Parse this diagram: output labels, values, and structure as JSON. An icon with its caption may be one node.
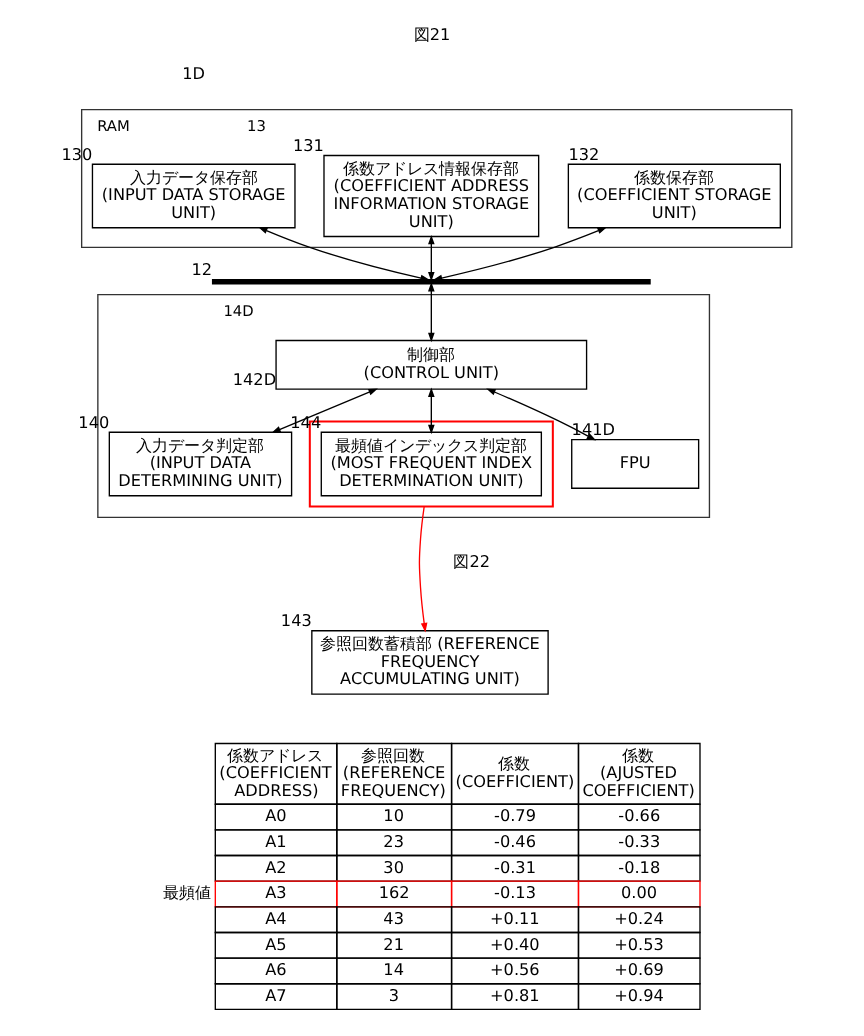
{
  "diagram": {
    "title": "図21",
    "nodes": [
      {
        "text": [
          "RAM"
        ],
        "beside": [
          "13"
        ]
      },
      {
        "text": [
          "入力データ保存部",
          "(INPUT DATA STORAGE UNIT)"
        ],
        "in": 0,
        "beside": [
          "130"
        ]
      },
      {
        "text": [
          "係数アドレス情報保存部",
          "(COEFFICIENT ADDRESS INFORMATION STORAGE UNIT)"
        ],
        "in": 0,
        "beside": [
          "131"
        ]
      },
      {
        "text": [
          "係数保存部",
          "(COEFFICIENT STORAGE UNIT)"
        ],
        "in": 0,
        "beside": [
          "132"
        ]
      },
      {
        "text": [],
        "shape": "bar",
        "beside": [
          "12"
        ]
      },
      {
        "text": [],
        "shape": "box",
        "beside": [
          "14D"
        ]
      },
      {
        "text": [
          "制御部",
          "(CONTROL UNIT)"
        ],
        "in": 5,
        "beside": [
          "142D"
        ]
      },
      {
        "text": [
          "入力データ判定部",
          "(INPUT DATA DETERMINING UNIT)"
        ],
        "in": 5,
        "beside": [
          "140"
        ]
      },
      {
        "text": [],
        "shape": "box",
        "in": 5
      },
      {
        "text": [
          "最頻値インデックス判定部",
          "(MOST FREQUENT INDEX DETERMINATION UNIT)"
        ],
        "in": 8,
        "beside": [
          "144"
        ]
      },
      {
        "text": [
          "FPU"
        ],
        "in": 5,
        "beside": [
          "141D"
        ]
      },
      {
        "text": [
          "参照回数蓄積部 (REFERENCE FREQUENCY ACCUMULATING UNIT)"
        ],
        "beside": [
          "143"
        ]
      }
    ],
    "edges": [
      {
        "from": 1,
        "to": 4,
        "arrow": "both"
      },
      {
        "from": 2,
        "to": 4,
        "arrow": "both"
      },
      {
        "from": 3,
        "to": 4,
        "arrow": "both"
      },
      {
        "from": 4,
        "to": 6,
        "arrow": "both"
      },
      {
        "from": 6,
        "to": 7,
        "arrow": "both"
      },
      {
        "from": 6,
        "to": 9,
        "arrow": "both"
      },
      {
        "from": 6,
        "to": 10,
        "arrow": "both"
      },
      {
        "from": 8,
        "to": 11,
        "arrow": "to",
        "color": "#ff0000"
      }
    ],
    "labels": [
      "1D",
      "図22",
      "係数アドレス (COEFFICIENT ADDRESS)",
      "参照回数 (REFERENCE FREQUENCY)",
      "係数 (COEFFICIENT)",
      "係数 (AJUSTED COEFFICIENT)",
      "A0",
      "10",
      "-0.79",
      "-0.66",
      "A1",
      "23",
      "-0.46",
      "-0.33",
      "A2",
      "30",
      "-0.31",
      "-0.18",
      "最頻値",
      "A3",
      "162",
      "-0.13",
      "0.00",
      "A4",
      "43",
      "+0.11",
      "+0.24",
      "A5",
      "21",
      "+0.40",
      "+0.53",
      "A6",
      "14",
      "+0.56",
      "+0.69",
      "A7",
      "3",
      "+0.81",
      "+0.94"
    ]
  }
}
